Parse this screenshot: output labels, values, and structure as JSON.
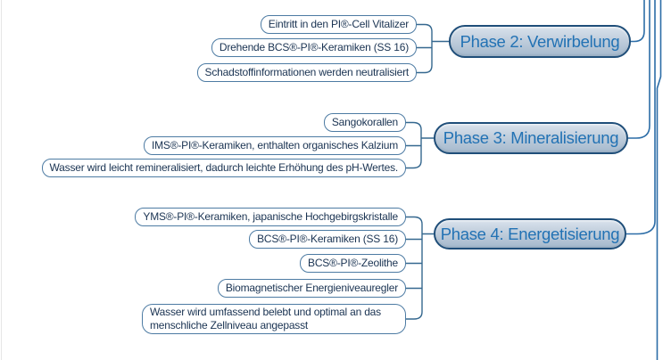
{
  "diagram": {
    "type": "mindmap-branch",
    "colors": {
      "background": "#ffffff",
      "phase_border": "#1f4e79",
      "phase_fill_top": "#d9e2ec",
      "phase_fill_bottom": "#a5b9cd",
      "phase_text": "#2272b4",
      "item_border": "#4d7ba3",
      "item_text": "#1a3352",
      "connector": "#35688f",
      "trunk_line": "#2c6da7"
    },
    "groups": [
      {
        "phase_label": "Phase 2: Verwirbelung",
        "items": [
          "Eintritt in den PI®-Cell Vitalizer",
          "Drehende BCS®-PI®-Keramiken (SS 16)",
          "Schadstoffinformationen werden neutralisiert"
        ]
      },
      {
        "phase_label": "Phase 3: Mineralisierung",
        "items": [
          "Sangokorallen",
          "IMS®-PI®-Keramiken, enthalten organisches Kalzium",
          "Wasser wird leicht remineralisiert, dadurch leichte Erhöhung des pH-Wertes."
        ]
      },
      {
        "phase_label": "Phase 4: Energetisierung",
        "items": [
          "YMS®-PI®-Keramiken, japanische Hochgebirgskristalle",
          "BCS®-PI®-Keramiken (SS 16)",
          "BCS®-PI®-Zeolithe",
          "Biomagnetischer Energieniveauregler",
          "Wasser wird umfassend belebt und optimal an das\nmenschliche Zellniveau angepasst"
        ]
      }
    ]
  }
}
